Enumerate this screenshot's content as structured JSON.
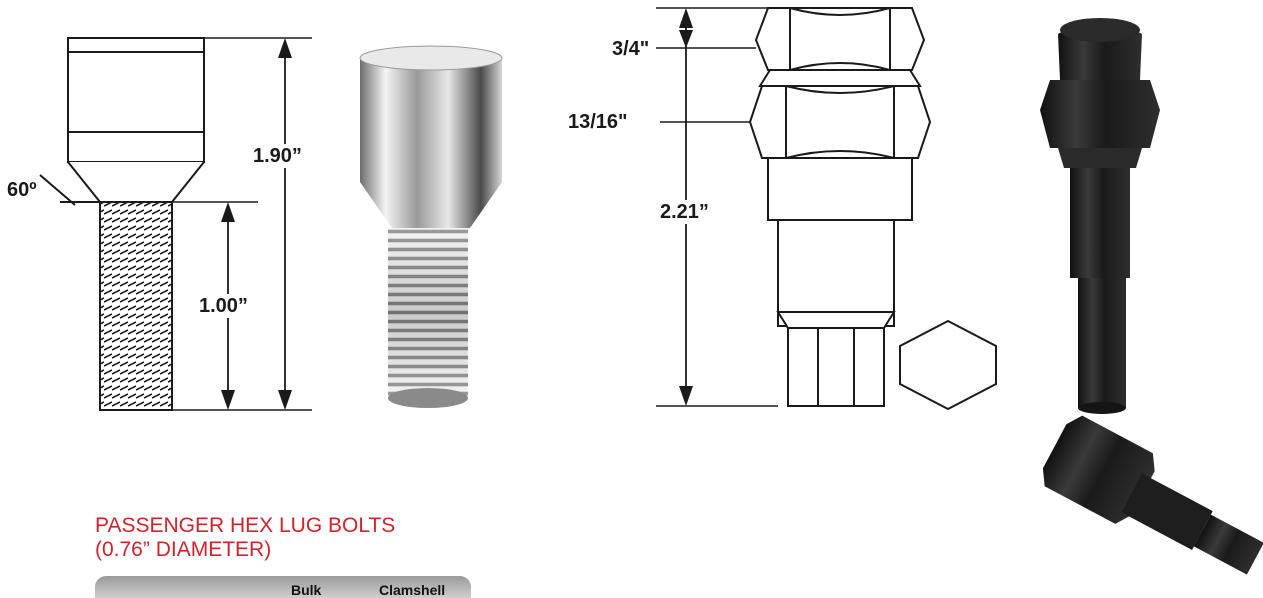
{
  "colors": {
    "heading": "#d2232a",
    "line": "#1a1a1a",
    "chrome": "#bfbfbf",
    "black_finish": "#1c1c1c"
  },
  "bolt_diagram": {
    "angle_label": "60º",
    "overall_length_label": "1.90”",
    "thread_length_label": "1.00”"
  },
  "key_diagram": {
    "small_hex_label": "3/4\"",
    "large_hex_label": "13/16\"",
    "overall_length_label": "2.21”"
  },
  "product": {
    "heading_line1": "PASSENGER HEX LUG BOLTS",
    "heading_line2": "(0.76” DIAMETER)"
  },
  "table": {
    "columns": [
      "Bulk",
      "Clamshell"
    ]
  }
}
